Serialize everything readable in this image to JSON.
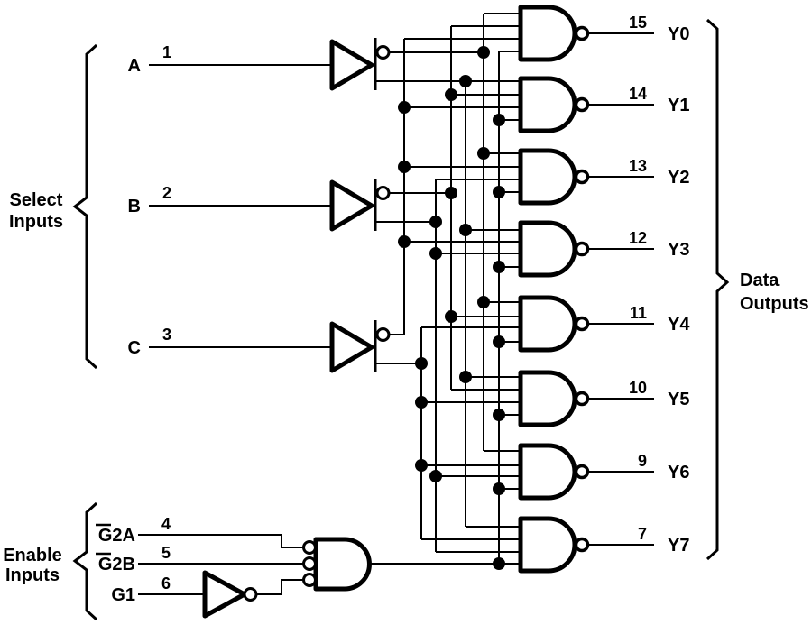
{
  "colors": {
    "ink": "#000000",
    "background": "#ffffff"
  },
  "diagram": {
    "select_inputs": {
      "group_label": [
        "Select",
        "Inputs"
      ],
      "rows": [
        {
          "label": "A",
          "pin": "1"
        },
        {
          "label": "B",
          "pin": "2"
        },
        {
          "label": "C",
          "pin": "3"
        }
      ]
    },
    "enable_inputs": {
      "group_label": [
        "Enable",
        "Inputs"
      ],
      "rows": [
        {
          "label": "G2A",
          "overbar_over": "G",
          "pin": "4"
        },
        {
          "label": "G2B",
          "overbar_over": "G",
          "pin": "5"
        },
        {
          "label": "G1",
          "pin": "6"
        }
      ]
    },
    "data_outputs": {
      "group_label": [
        "Data",
        "Outputs"
      ],
      "rows": [
        {
          "label": "Y0",
          "pin": "15"
        },
        {
          "label": "Y1",
          "pin": "14"
        },
        {
          "label": "Y2",
          "pin": "13"
        },
        {
          "label": "Y3",
          "pin": "12"
        },
        {
          "label": "Y4",
          "pin": "11"
        },
        {
          "label": "Y5",
          "pin": "10"
        },
        {
          "label": "Y6",
          "pin": "9"
        },
        {
          "label": "Y7",
          "pin": "7"
        }
      ]
    }
  }
}
